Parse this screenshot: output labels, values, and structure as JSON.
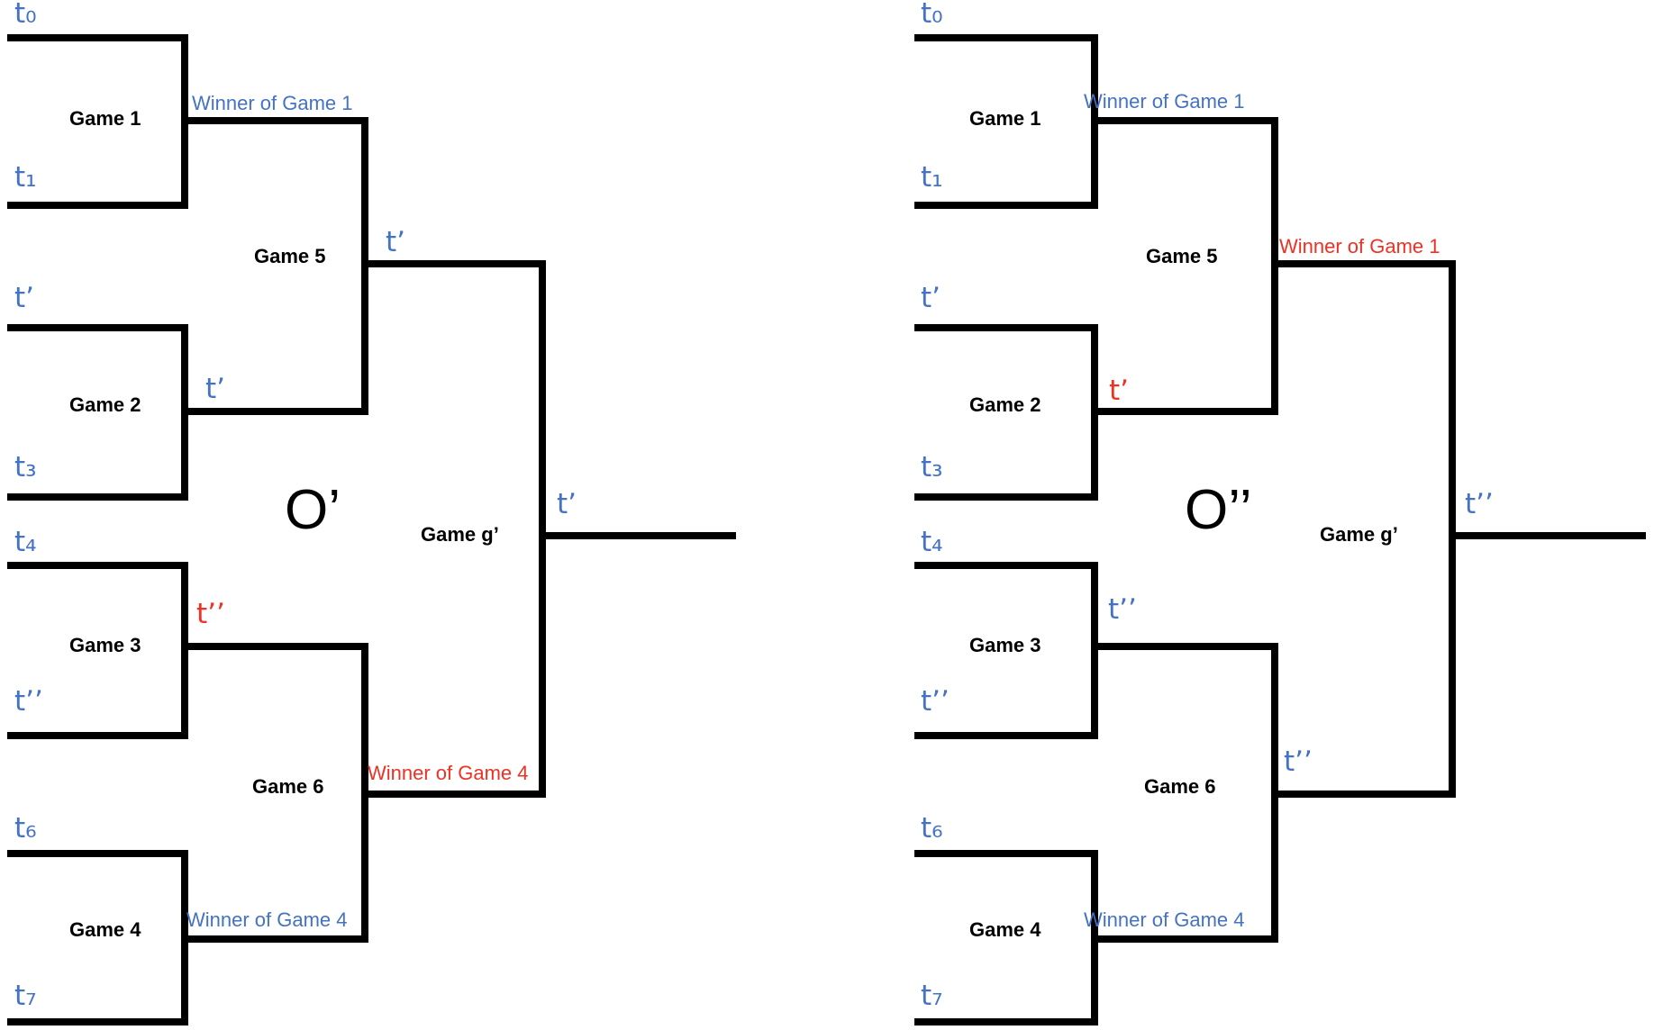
{
  "colors": {
    "blue": "#4472C4",
    "red": "#EE3123",
    "line": "#000000",
    "background": "#FFFFFF"
  },
  "brackets": [
    {
      "id": "O-prime",
      "center_label": {
        "text": "O’",
        "color": "#000000"
      },
      "round1": [
        {
          "name": "Game 1",
          "top": {
            "text": "t₀",
            "color": "#4472C4"
          },
          "bottom": {
            "text": "t₁",
            "color": "#4472C4"
          },
          "winner": {
            "text": "Winner of Game 1",
            "color": "#4472C4"
          }
        },
        {
          "name": "Game 2",
          "top": {
            "text": "t’",
            "color": "#4472C4"
          },
          "bottom": {
            "text": "t₃",
            "color": "#4472C4"
          },
          "winner": {
            "text": "t’",
            "color": "#4472C4"
          }
        },
        {
          "name": "Game 3",
          "top": {
            "text": "t₄",
            "color": "#4472C4"
          },
          "bottom": {
            "text": "t’’",
            "color": "#4472C4"
          },
          "winner": {
            "text": "t’’",
            "color": "#EE3123"
          }
        },
        {
          "name": "Game 4",
          "top": {
            "text": "t₆",
            "color": "#4472C4"
          },
          "bottom": {
            "text": "t₇",
            "color": "#4472C4"
          },
          "winner": {
            "text": "Winner of Game 4",
            "color": "#4472C4"
          }
        }
      ],
      "round2": [
        {
          "name": "Game 5",
          "winner": {
            "text": "t’",
            "color": "#4472C4"
          }
        },
        {
          "name": "Game 6",
          "winner": {
            "text": "Winner of Game 4",
            "color": "#EE3123"
          }
        }
      ],
      "final_game": {
        "name": "Game g’",
        "winner": {
          "text": "t’",
          "color": "#4472C4"
        }
      }
    },
    {
      "id": "O-double-prime",
      "center_label": {
        "text": "O’’",
        "color": "#000000"
      },
      "round1": [
        {
          "name": "Game 1",
          "top": {
            "text": "t₀",
            "color": "#4472C4"
          },
          "bottom": {
            "text": "t₁",
            "color": "#4472C4"
          },
          "winner": {
            "text": "Winner of Game 1",
            "color": "#4472C4"
          }
        },
        {
          "name": "Game 2",
          "top": {
            "text": "t’",
            "color": "#4472C4"
          },
          "bottom": {
            "text": "t₃",
            "color": "#4472C4"
          },
          "winner": {
            "text": "t’",
            "color": "#EE3123"
          }
        },
        {
          "name": "Game 3",
          "top": {
            "text": "t₄",
            "color": "#4472C4"
          },
          "bottom": {
            "text": "t’’",
            "color": "#4472C4"
          },
          "winner": {
            "text": "t’’",
            "color": "#4472C4"
          }
        },
        {
          "name": "Game 4",
          "top": {
            "text": "t₆",
            "color": "#4472C4"
          },
          "bottom": {
            "text": "t₇",
            "color": "#4472C4"
          },
          "winner": {
            "text": "Winner of Game 4",
            "color": "#4472C4"
          }
        }
      ],
      "round2": [
        {
          "name": "Game 5",
          "winner": {
            "text": "Winner of Game 1",
            "color": "#EE3123"
          }
        },
        {
          "name": "Game 6",
          "winner": {
            "text": "t’’",
            "color": "#4472C4"
          }
        }
      ],
      "final_game": {
        "name": "Game g’",
        "winner": {
          "text": "t’’",
          "color": "#4472C4"
        }
      }
    }
  ]
}
